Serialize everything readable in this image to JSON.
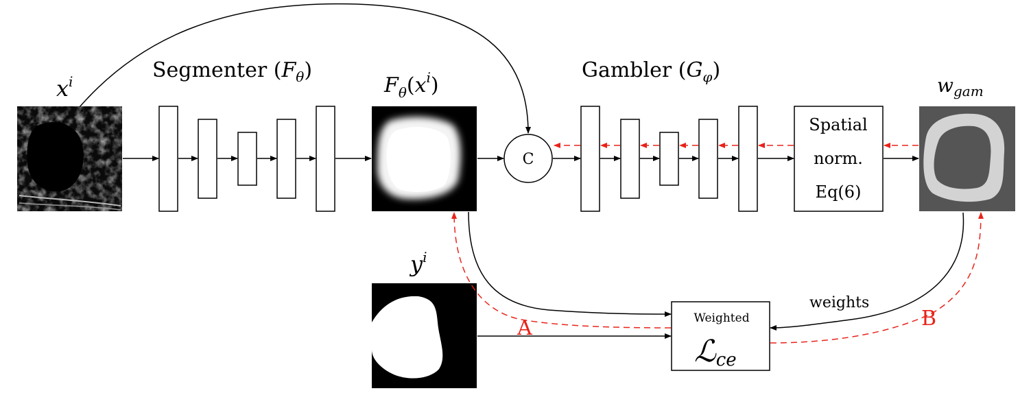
{
  "segmenter": {
    "title": "Segmenter",
    "symbol_base": "F",
    "symbol_sub": "θ"
  },
  "gambler": {
    "title": "Gambler",
    "symbol_base": "G",
    "symbol_sub": "φ"
  },
  "input_image": {
    "label_base": "x",
    "label_sup": "i"
  },
  "segmenter_output": {
    "label_base": "F",
    "label_sub": "θ",
    "label_arg_base": "x",
    "label_arg_sup": "i"
  },
  "ground_truth": {
    "label_base": "y",
    "label_sup": "i"
  },
  "weight_map": {
    "label_base": "w",
    "label_sub": "gam"
  },
  "concat_node": {
    "label": "C"
  },
  "spatial_norm": {
    "line1": "Spatial",
    "line2": "norm.",
    "line3": "Eq(6)"
  },
  "loss_box": {
    "caption": "Weighted",
    "symbol_base": "ℒ",
    "symbol_sub": "ce"
  },
  "edges": {
    "weights_label": "weights",
    "path_a_label": "A",
    "path_b_label": "B"
  },
  "colors": {
    "forward": "#000000",
    "backward": "#e8231a",
    "weight_bg": "#555555",
    "weight_ring": "#d3d3d3"
  }
}
